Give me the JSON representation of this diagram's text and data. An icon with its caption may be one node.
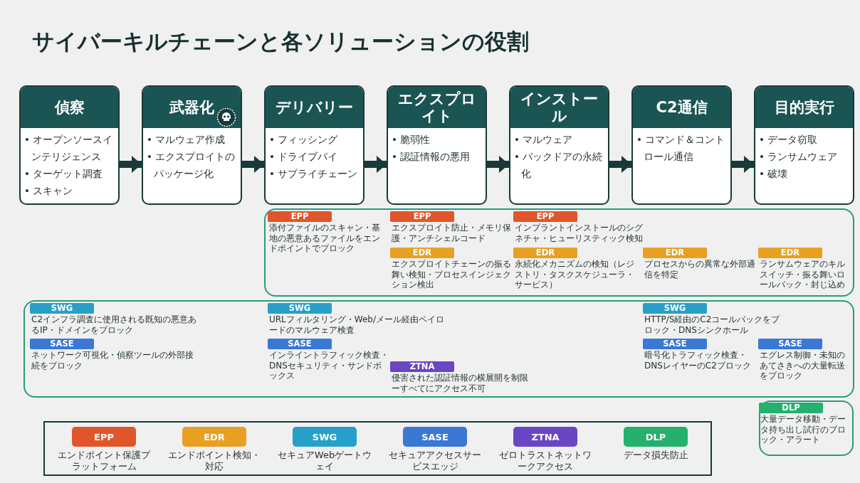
{
  "diagram": {
    "title": "サイバーキルチェーンと各ソリューションの役割",
    "nodes": [
      {
        "text": [
          "偵察",
          "• オープンソースインテリジェンス",
          "• ターゲット調査",
          "• スキャン"
        ]
      },
      {
        "text": [
          "武器化",
          "• マルウェア作成",
          "• エクスプロイトのパッケージ化"
        ]
      },
      {
        "text": [
          "デリバリー",
          "• フィッシング",
          "• ドライブバイ",
          "• サプライチェーン"
        ]
      },
      {
        "text": [
          "エクスプロイト",
          "• 脆弱性",
          "• 認証情報の悪用"
        ]
      },
      {
        "text": [
          "インストール",
          "• マルウェア",
          "• バックドアの永続化"
        ]
      },
      {
        "text": [
          "C2通信",
          "• コマンド＆コントロール通信"
        ]
      },
      {
        "text": [
          "目的実行",
          "• データ窃取",
          "• ランサムウェア",
          "• 破壊"
        ]
      },
      {
        "text": [],
        "shape": "box"
      },
      {
        "text": [
          "EPP",
          "添付ファイルのスキャン・基地の悪意あるファイルをエンドポイントでブロック"
        ],
        "in": 7
      },
      {
        "text": [
          "EPP",
          "エクスプロイト防止・メモリ保護・アンチシェルコード"
        ],
        "in": 7
      },
      {
        "text": [
          "EPP",
          "インプラントインストールのシグネチャ・ヒューリスティック検知"
        ],
        "in": 7
      },
      {
        "text": [
          "EDR",
          "エクスプロイトチェーンの振る舞い検知・プロセスインジェクション検出"
        ],
        "in": 7
      },
      {
        "text": [
          "EDR",
          "永続化メカニズムの検知（レジストリ・タスクスケジューラ・サービス）"
        ],
        "in": 7
      },
      {
        "text": [
          "EDR",
          "プロセスからの異常な外部通信を特定"
        ],
        "in": 7
      },
      {
        "text": [
          "EDR",
          "ランサムウェアのキルスイッチ・振る舞いロールバック・封じ込め"
        ],
        "in": 7
      },
      {
        "text": [],
        "shape": "box"
      },
      {
        "text": [
          "SWG",
          "C2インフラ調査に使用される既知の悪意あるIP・ドメインをブロック"
        ],
        "in": 15
      },
      {
        "text": [
          "SWG",
          "URLフィルタリング・Web/メール経由ペイロードのマルウェア検査"
        ],
        "in": 15
      },
      {
        "text": [
          "SWG",
          "HTTP/S経由のC2コールバックをブロック・DNSシンクホール"
        ],
        "in": 15
      },
      {
        "text": [
          "SASE",
          "ネットワーク可視化・偵察ツールの外部接続をブロック"
        ],
        "in": 15
      },
      {
        "text": [
          "SASE",
          "インライントラフィック検査・DNSセキュリティ・サンドボックス"
        ],
        "in": 15
      },
      {
        "text": [
          "SASE",
          "暗号化トラフィック検査・DNSレイヤーのC2ブロック"
        ],
        "in": 15
      },
      {
        "text": [
          "SASE",
          "エグレス制御・未知のあてさきへの大量転送をブロック"
        ],
        "in": 15
      },
      {
        "text": [
          "ZTNA",
          "侵害された認証情報の横展開を制限ーすべてにアクセス不可"
        ],
        "in": 15
      },
      {
        "text": [],
        "shape": "box"
      },
      {
        "text": [
          "DLP",
          "大量データ移動・データ持ち出し試行のブロック・アラート"
        ],
        "in": 24
      }
    ],
    "edges": [
      {
        "from": 0,
        "to": 1,
        "arrow": "to"
      },
      {
        "from": 1,
        "to": 2,
        "arrow": "to"
      },
      {
        "from": 2,
        "to": 3,
        "arrow": "to"
      },
      {
        "from": 3,
        "to": 4,
        "arrow": "to"
      },
      {
        "from": 4,
        "to": 5,
        "arrow": "to"
      },
      {
        "from": 5,
        "to": 6,
        "arrow": "to"
      }
    ],
    "labels": [
      "EPP",
      "EDR",
      "SWG",
      "SASE",
      "ZTNA",
      "DLP"
    ],
    "legend": [
      {
        "text": "エンドポイント保護プラットフォーム",
        "color": "#e0562a"
      },
      {
        "text": "エンドポイント検知・対応",
        "color": "#e8a023"
      },
      {
        "text": "セキュアWebゲートウェイ",
        "color": "#27a0c9"
      },
      {
        "text": "セキュアアクセスサービスエッジ",
        "color": "#3a78d4"
      },
      {
        "text": "ゼロトラストネットワークアクセス",
        "color": "#6a46c4"
      },
      {
        "text": "データ損失防止",
        "color": "#25b06e"
      }
    ]
  }
}
